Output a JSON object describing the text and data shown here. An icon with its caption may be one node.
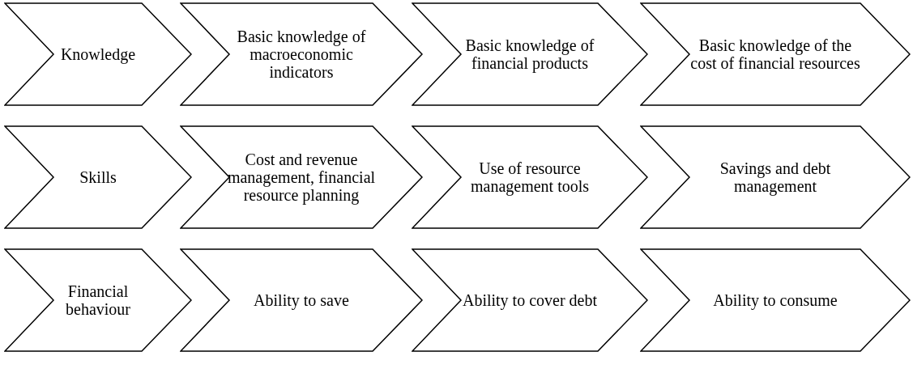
{
  "diagram": {
    "nodes": [
      {
        "text": [
          "Knowledge"
        ]
      },
      {
        "text": [
          "Basic knowledge of macroeconomic indicators"
        ]
      },
      {
        "text": [
          "Basic knowledge of financial products"
        ]
      },
      {
        "text": [
          "Basic knowledge of the cost of financial resources"
        ]
      },
      {
        "text": [
          "Skills"
        ]
      },
      {
        "text": [
          "Cost and revenue management, financial resource planning"
        ]
      },
      {
        "text": [
          "Use of resource management tools"
        ]
      },
      {
        "text": [
          "Savings and debt management"
        ]
      },
      {
        "text": [
          "Financial behaviour"
        ]
      },
      {
        "text": [
          "Ability to save"
        ]
      },
      {
        "text": [
          "Ability to cover debt"
        ]
      },
      {
        "text": [
          "Ability to consume"
        ]
      }
    ]
  }
}
